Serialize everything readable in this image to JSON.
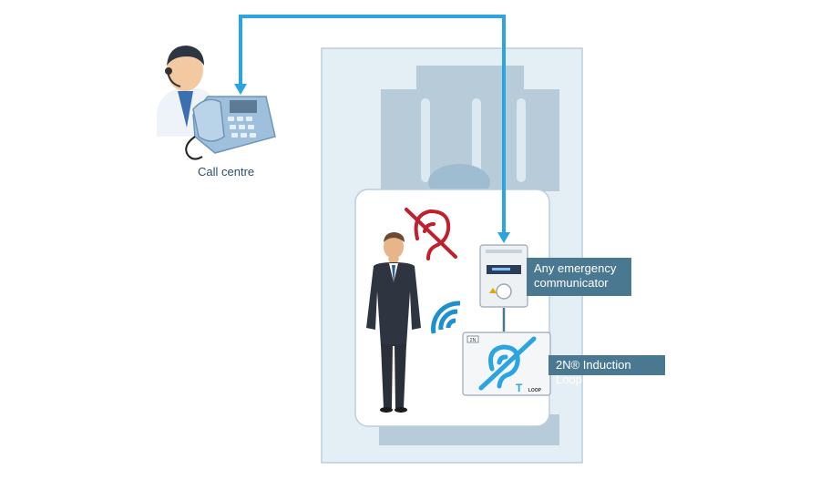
{
  "labels": {
    "call_centre": "Call centre",
    "communicator_line1": "Any emergency",
    "communicator_line2": "communicator",
    "induction_loop": "2N® Induction Loop",
    "loop_brand": "2N",
    "loop_device_word": "LOOP",
    "loop_t_letter": "T"
  },
  "icons": {
    "connection": "blue-arrow-connector",
    "no_hearing": "crossed-ear-icon",
    "wireless": "wireless-signal-icon",
    "hearing_loop": "hearing-loop-icon"
  },
  "colors": {
    "connector": "#2ba4e0",
    "shaft_light": "#dde9f1",
    "shaft_mid": "#b7cbd9",
    "tag_bg": "#4a7891",
    "no_hearing": "#c0202d",
    "wireless": "#1f8fd0"
  }
}
